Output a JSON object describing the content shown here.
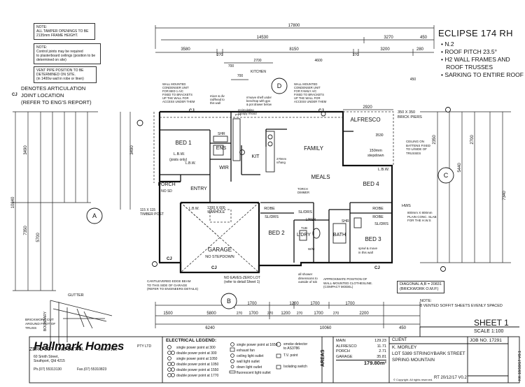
{
  "notes": {
    "note1": "NOTE:\nALL TAMPER OPENINGS TO BE\n2135mm FRAME HEIGHT.",
    "note2": "NOTE:\nControl joints may be required\nto plasterboard ceilings (position to be\ndetermined on site)",
    "note3": "VENT PIPE POSITION TO BE\nDETERMINED ON SITE.\n(in 1400w wall in robe or linen)",
    "cj_legend": "DENOTES ARTICULATION\nJOINT LOCATION\n(REFER TO ENG'S REPORT)"
  },
  "spec": {
    "title": "ECLIPSE 174 RH",
    "items": [
      "• N.2",
      "• ROOF PITCH 23.5°",
      "• H2 WALL FRAMES AND",
      "   ROOF TRUSSES",
      "• SARKING TO ENTIRE ROOF"
    ]
  },
  "dims": {
    "top_overall": "17800",
    "top_mid": "14530",
    "top_r1": "3270",
    "top_r0": "450",
    "top_seg": [
      "3580",
      "270",
      "8150",
      "270",
      "3200",
      "280"
    ],
    "top_d": "700",
    "top_d2": "700",
    "top_d3": "2700",
    "top_d4": "450",
    "top_d5": "4600",
    "bot_seg": [
      "1500",
      "5800",
      "270",
      "1700",
      "270",
      "1200",
      "270",
      "1700",
      "270",
      "2200"
    ],
    "bot_overall": "6240",
    "bot_mid": "10060",
    "bot_r": "450",
    "bot_1700": "1700",
    "bot_1700b": "1700",
    "bot_1700c": "1700",
    "bot_1200": "1200",
    "left_overall": "10840",
    "left_a": "7350",
    "left_b": "3490",
    "left_c": "5700",
    "right_overall": "7340",
    "right_a": "5440",
    "right_b": "2700",
    "right_c": "2350",
    "alfresco_w": "2920",
    "alfresco_h": "3530",
    "pier": "350 X 350\nBRICK PIERS",
    "diagonal": "DIAGONAL A,B = 20831\n(BRICKWORK O.M.P.)"
  },
  "rooms": {
    "bed1": "BED 1",
    "lbw1": "L.B.W.",
    "lbw1b": "(joists only)",
    "ens": "ENS",
    "wir": "WIR",
    "kit": "KIT",
    "family": "FAMILY",
    "meals": "MEALS",
    "alfresco": "ALFRESCO",
    "alfresco_sub": "150mm\nstepdown",
    "bed4": "BED 4",
    "lbw4": "L.B.W.",
    "porch": "PORCH",
    "porch_sub": "NO SD",
    "entry": "ENTRY",
    "garage": "GARAGE",
    "garage_sub": "NO STEPDOWN",
    "manhole": "1200 X 600\nMANHOLE",
    "robe": "ROBE",
    "robe2": "ROBE",
    "robe3": "ROBE",
    "slds": "SL/DRS",
    "slds2": "SL/DRS",
    "slds3": "SL/DRS",
    "bed2": "BED 2",
    "ldry": "L'DRY",
    "bath": "BATH",
    "bed3": "BED 3",
    "linen": "LINEN",
    "lbw5": "L.B.W.",
    "lbw6": "L.B.W.",
    "kitchen": "KITCHEN",
    "bed3_sub": "sprwl & move\nin this wall"
  },
  "labels": {
    "A": "A",
    "B": "B",
    "C": "C",
    "D": "D",
    "cj": "CJ",
    "timber_post": "115 X 115\nTIMBER POST",
    "cantilever": "CANTILEVERED EDGE BEAM\nTO THIS SIDE OF GARAGE\n(REFER TO ENGINEERS DETAILS)",
    "eaves": "NO EAVES-ZERO LOT\n(refer to detail Sheet 1)",
    "ceiling": "CEILING ON\nBATTENS FIXED\nTO U/SIDE OF\nTRUSSES",
    "slab": "800mm X 800mm\nPLAIN CONC. SLAB\nFOR THE H.W.S",
    "clothesline": "APPROXIMATE POSITION OF\nWALL-MOUNTED CLOTHESLINE.\n(COMPACT MODEL)",
    "showers": "all shower\ndimensions to\noutside of tob",
    "cond1": "WALL MOUNTED\nCONDENSER UNIT\nFOR BED 1 A/C\nFIXED TO BRACKETS\nUP THE WALL FOR\nACCESS UNDER THEM",
    "cond2": "WALL MOUNTED\nCONDENSER UNIT\nFOR FAMILY A/C\nFIXED TO BRACKETS\nUP THE WALL FOR\nACCESS UNDER THEM",
    "mixer": "mixer & div\nrail/head to\nthis wall",
    "mwave": "m'wave shelf under\nbenchtop with gpo\n& pot drawer below",
    "rangehood": "recirculating\ncanopy r/hood",
    "island": "270mm\nn/hang",
    "bench": "270mm\nn/hang",
    "gutter": "GUTTER",
    "boundary": "BOUNDARY",
    "brickwork": "BRICKWORK CUT\nAROUND FOOT OF\nTRUSS",
    "zero_lot": "ZERO LOT LINE DETAIL",
    "zero_scale": "SCALE 1:20",
    "note_vents": "NOTE:\n8 VENTED SOFFIT SHEETS EVENLY SPACED",
    "hws": "HWS",
    "shr": "SHR",
    "tub": "TUB",
    "pantry": "PTY",
    "wm": "W/M",
    "dimmer": "TORCH\nDIMMER"
  },
  "legend": {
    "title": "ELECTRICAL LEGEND:",
    "items": [
      "single power point at 300",
      "double power point at 300",
      "single power point at 1050",
      "double power point at 1050",
      "double power point at 1550",
      "double power point at 1770"
    ],
    "items2": [
      "single power point at 1650",
      "exhaust fan",
      "ceiling light outlet",
      "wall light outlet",
      "down light outlet",
      "fluorescent light outlet"
    ],
    "items3": [
      "smoke detector\nto AS3786",
      "T.V. point",
      "Isolating switch"
    ]
  },
  "titleblock": {
    "company": "Hallmark Homes",
    "pty": "PTY LTD",
    "address": "60 Smith Street,\nSouthport, Qld 4215",
    "phone": "Ph.(07) 55313130",
    "fax": "Fax.(07) 55310823",
    "areas_label": "AREAS",
    "areas": [
      {
        "name": "MAIN",
        "value": "129.23"
      },
      {
        "name": "ALFRESCO",
        "value": "11.71"
      },
      {
        "name": "PORCH",
        "value": "2.71"
      },
      {
        "name": "GARAGE",
        "value": "35.81"
      }
    ],
    "area_total": "179.80m²",
    "client_label": "CLIENT",
    "client": "K. MORLEY",
    "lot": "LOT 5389 STRINGYBARK STREET",
    "suburb": "SPRING MOUNTAIN",
    "job_label": "JOB NO. 17291",
    "sheet": "SHEET 1",
    "scale": "SCALE 1:100",
    "rev": "RT 20/12/17 V0.2",
    "copyright": "© Copyright. All rights reserved.",
    "vert": "KK 18/10/17 V0.1"
  }
}
